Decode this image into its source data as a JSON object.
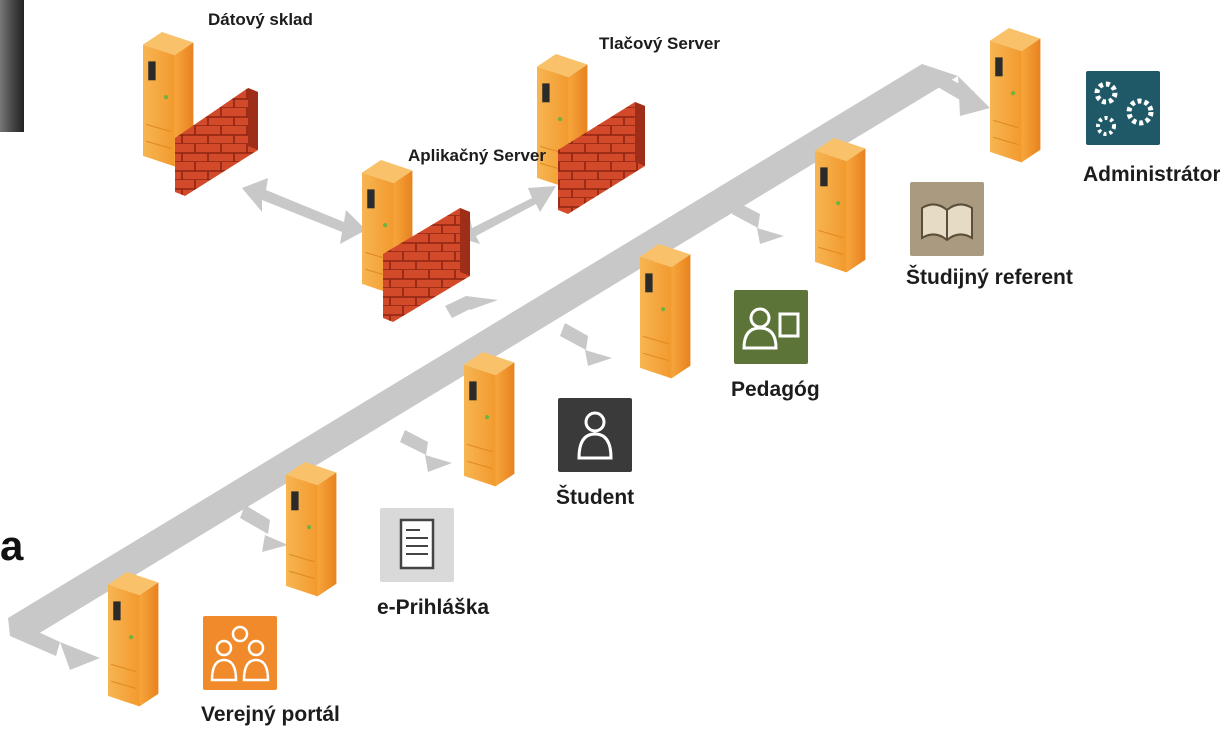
{
  "side_letter": "a",
  "nodes": {
    "datovy_sklad": "Dátový sklad",
    "tlacovy_server": "Tlačový Server",
    "aplikacny_server": "Aplikačný Server",
    "administrator": "Administrátor",
    "studijny_referent": "Študijný referent",
    "pedagog": "Pedagóg",
    "student": "Študent",
    "e_prihlaska": "e-Prihláška",
    "verejny_portal": "Verejný portál"
  },
  "colors": {
    "server_orange": "#f5a13a",
    "firewall_red": "#d5472a",
    "backbone_gray": "#c8c8c8",
    "admin_teal": "#1f5866",
    "referent_tan": "#a99a80",
    "pedagog_green": "#5d7438",
    "student_dark": "#3a3a3a",
    "prihlaska_light": "#d9d9d9",
    "portal_orange": "#f18a2a"
  },
  "icons": {
    "administrator": "gears-icon",
    "studijny_referent": "book-icon",
    "pedagog": "teacher-icon",
    "student": "student-icon",
    "e_prihlaska": "document-icon",
    "verejny_portal": "group-icon"
  }
}
